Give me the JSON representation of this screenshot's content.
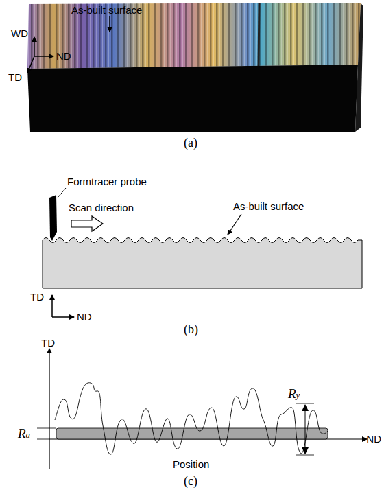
{
  "diagram": {
    "labels": [
      "As-built surface",
      "WD",
      "ND",
      "TD",
      "(a)",
      "Formtracer probe",
      "Scan direction",
      "As-built surface",
      "TD",
      "ND",
      "(b)",
      "TD",
      "Ry",
      "Ra",
      "ND",
      "Position",
      "(c)"
    ]
  }
}
